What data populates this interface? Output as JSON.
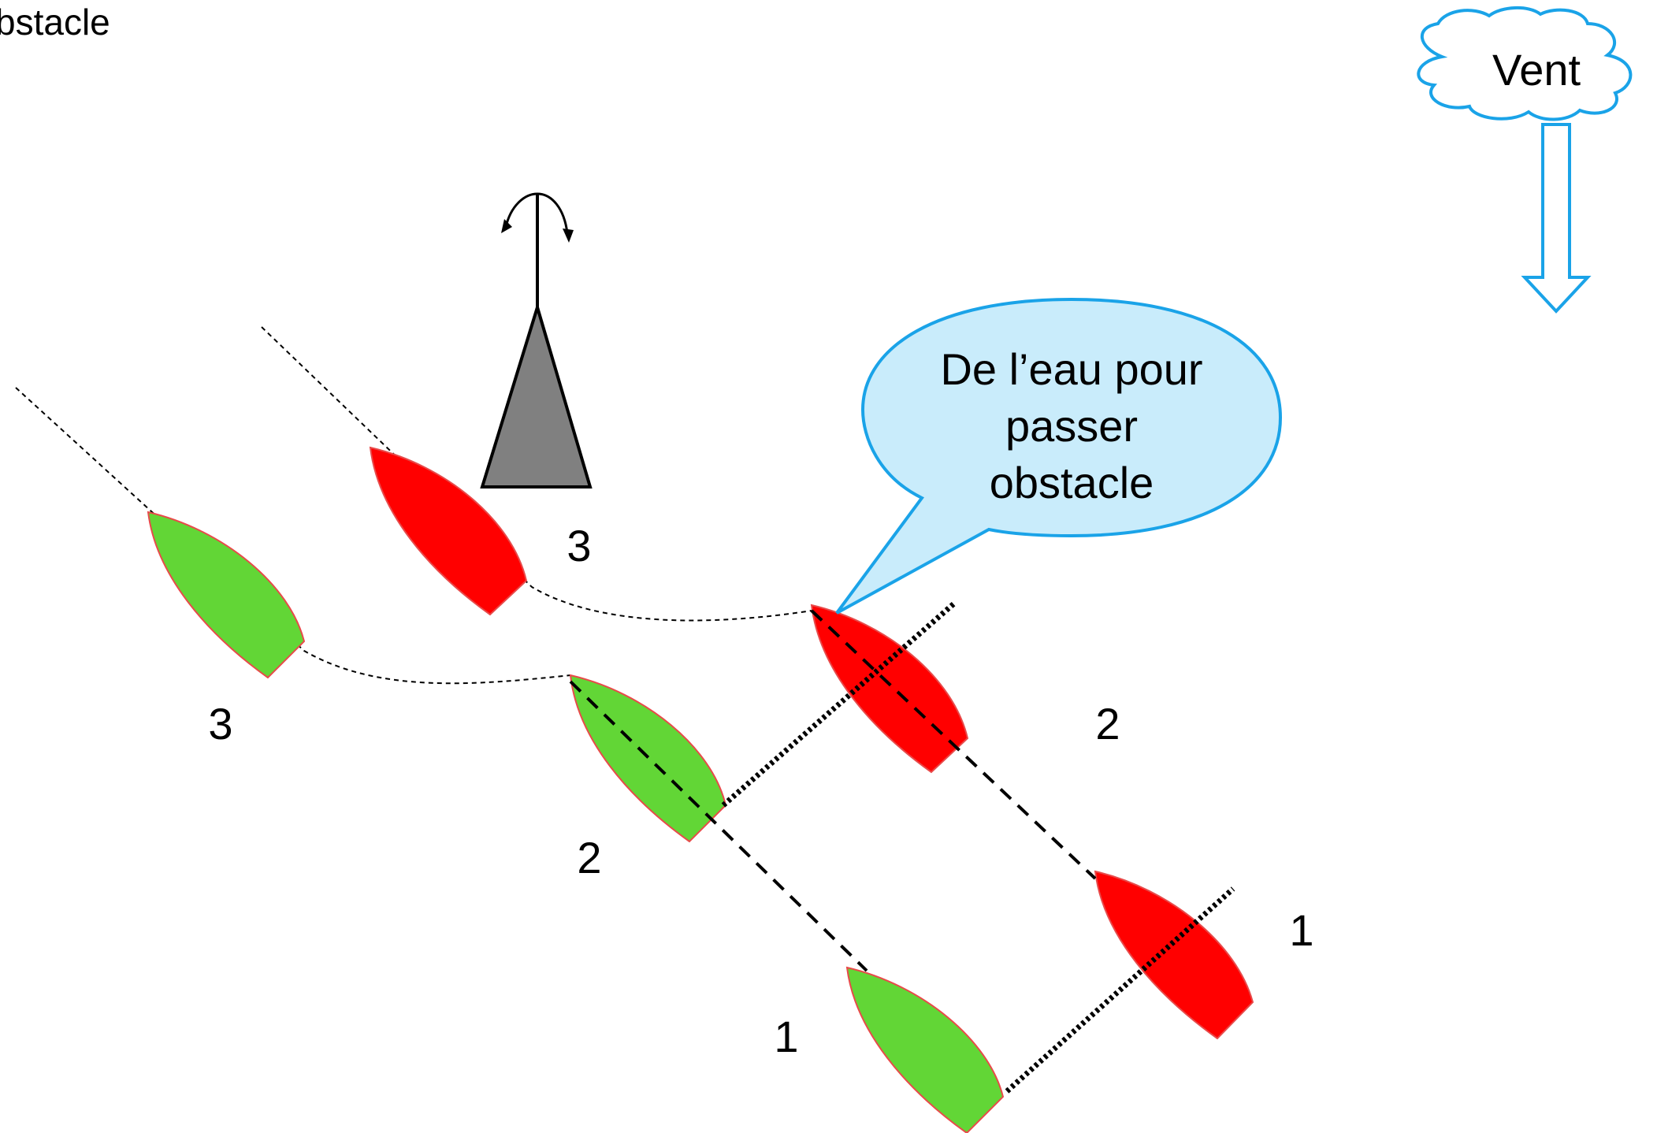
{
  "corner_label": "bstacle",
  "wind": {
    "label": "Vent",
    "color": "#1AA3E8"
  },
  "speech_bubble": {
    "lines": [
      "De l’eau pour",
      "passer",
      "obstacle"
    ],
    "fill": "#C9ECFB",
    "stroke": "#1AA3E8"
  },
  "boat_colors": {
    "red": "#FF0000",
    "green": "#62D636"
  },
  "mark": {
    "fill": "#808080"
  },
  "position_labels": {
    "red_3": "3",
    "green_3": "3",
    "red_2": "2",
    "green_2": "2",
    "red_1": "1",
    "green_1": "1"
  }
}
